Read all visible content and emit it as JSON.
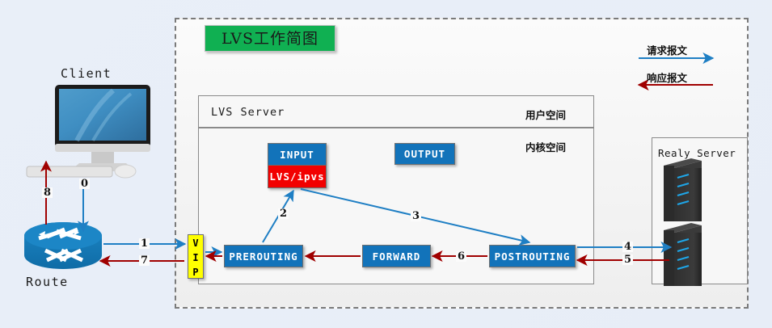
{
  "diagram": {
    "title": "LVS工作简图",
    "colors": {
      "request_arrow": "#1f7fc4",
      "response_arrow": "#a00000",
      "chain_box": "#1273ba",
      "ipvs_box": "#f20000",
      "vip_box": "#ffff00",
      "title_chip": "#10b052"
    }
  },
  "legend": {
    "request": {
      "label": "请求报文",
      "direction": "right",
      "color": "#1f7fc4"
    },
    "response": {
      "label": "响应报文",
      "direction": "left",
      "color": "#a00000"
    }
  },
  "nodes": {
    "client": {
      "label": "Client",
      "icon": "imac-computer-icon"
    },
    "route": {
      "label": "Route",
      "icon": "router-icon"
    },
    "vip": {
      "letters": [
        "V",
        "I",
        "P"
      ]
    },
    "lvs_server": {
      "label": "LVS Server",
      "user_space": "用户空间",
      "kernel_space": "内核空间"
    },
    "realy_server": {
      "label": "Realy Server",
      "icon": "server-tower-icon",
      "count": 2
    }
  },
  "chains": {
    "input": "INPUT",
    "ipvs": "LVS/ipvs",
    "output": "OUTPUT",
    "prerouting": "PREROUTING",
    "forward": "FORWARD",
    "postrouting": "POSTROUTING"
  },
  "steps": {
    "s0": "0",
    "s1": "1",
    "s2": "2",
    "s3": "3",
    "s4": "4",
    "s5": "5",
    "s6": "6",
    "s7": "7",
    "s8": "8"
  }
}
